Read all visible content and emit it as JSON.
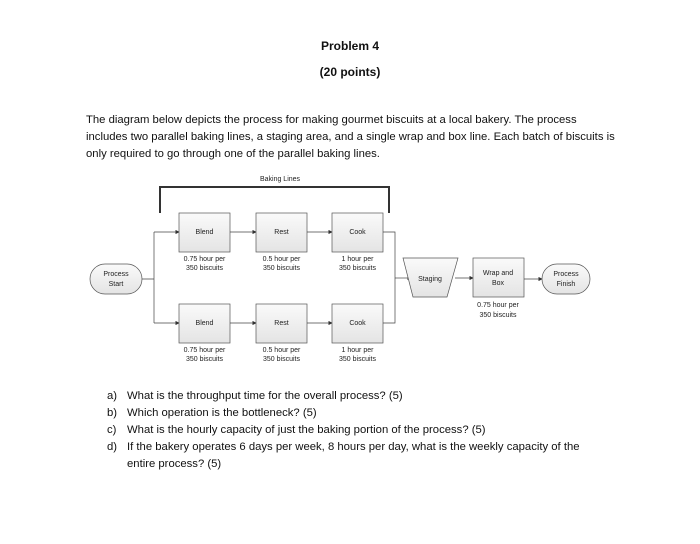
{
  "header": {
    "title": "Problem 4",
    "points": "(20 points)"
  },
  "intro": "The diagram below depicts the process for making gourmet biscuits at a local bakery.  The process includes two parallel baking lines, a staging area, and a single wrap and box line.  Each batch of biscuits is only required to go through one of the parallel baking lines.",
  "diagram": {
    "bracket_label": "Baking Lines",
    "start": [
      "Process",
      "Start"
    ],
    "finish": [
      "Process",
      "Finish"
    ],
    "lines": [
      {
        "steps": [
          {
            "name": "Blend",
            "time": [
              "0.75 hour per",
              "350 biscuits"
            ]
          },
          {
            "name": "Rest",
            "time": [
              "0.5 hour per",
              "350 biscuits"
            ]
          },
          {
            "name": "Cook",
            "time": [
              "1 hour per",
              "350 biscuits"
            ]
          }
        ]
      },
      {
        "steps": [
          {
            "name": "Blend",
            "time": [
              "0.75 hour per",
              "350 biscuits"
            ]
          },
          {
            "name": "Rest",
            "time": [
              "0.5 hour per",
              "350 biscuits"
            ]
          },
          {
            "name": "Cook",
            "time": [
              "1 hour per",
              "350 biscuits"
            ]
          }
        ]
      }
    ],
    "staging": "Staging",
    "wrap": {
      "name": [
        "Wrap and",
        "Box"
      ],
      "time": [
        "0.75 hour per",
        "350 biscuits"
      ]
    }
  },
  "questions": [
    {
      "label": "a)",
      "text": "What is the throughput time for the overall process? (5)"
    },
    {
      "label": "b)",
      "text": "Which operation is the bottleneck? (5)"
    },
    {
      "label": "c)",
      "text": "What is the hourly capacity of just the baking portion of the process? (5)"
    },
    {
      "label": "d)",
      "text": "If the bakery operates 6 days per week, 8 hours per day, what is the weekly capacity of the entire process? (5)"
    }
  ]
}
